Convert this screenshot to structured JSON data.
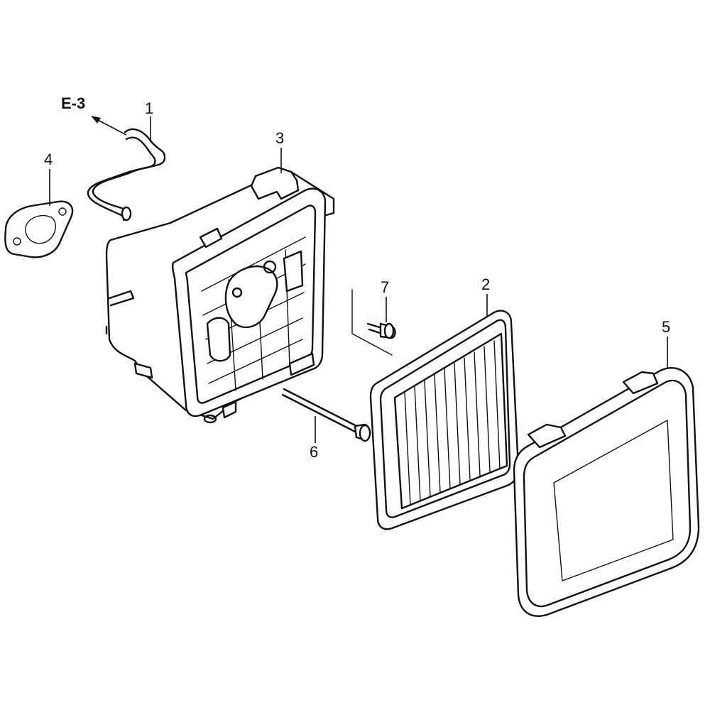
{
  "reference": {
    "label": "E-3"
  },
  "callouts": [
    {
      "id": "callout-1",
      "number": "1",
      "part": "breather-tube"
    },
    {
      "id": "callout-2",
      "number": "2",
      "part": "air-filter-element"
    },
    {
      "id": "callout-3",
      "number": "3",
      "part": "air-cleaner-case"
    },
    {
      "id": "callout-4",
      "number": "4",
      "part": "gasket"
    },
    {
      "id": "callout-5",
      "number": "5",
      "part": "air-cleaner-cover"
    },
    {
      "id": "callout-6",
      "number": "6",
      "part": "long-bolt"
    },
    {
      "id": "callout-7",
      "number": "7",
      "part": "flange-bolt"
    }
  ]
}
